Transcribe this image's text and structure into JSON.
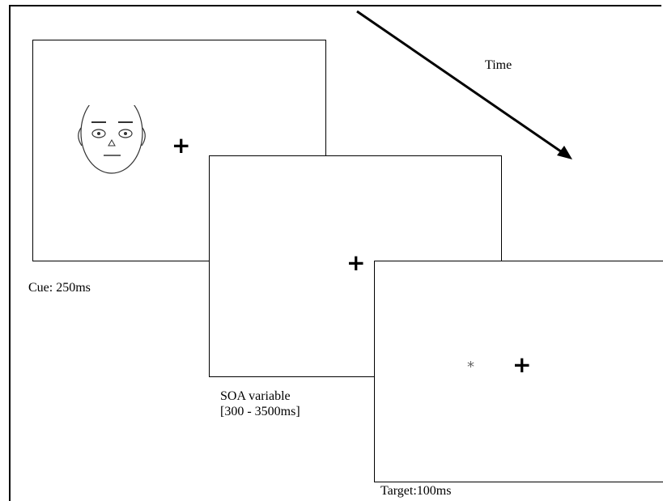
{
  "diagram": {
    "time_label": "Time",
    "fixation_symbol": "+",
    "target_symbol": "*",
    "screens": [
      {
        "id": "cue",
        "caption_lines": [
          "Cue: 250ms"
        ],
        "content": "face-cue-and-fixation"
      },
      {
        "id": "soa",
        "caption_lines": [
          "SOA variable",
          "[300 - 3500ms]"
        ],
        "content": "fixation-only"
      },
      {
        "id": "target",
        "caption_lines": [
          "Target:100ms"
        ],
        "content": "target-and-fixation"
      }
    ]
  },
  "colors": {
    "line": "#000000",
    "target": "#666666",
    "background": "#ffffff"
  }
}
